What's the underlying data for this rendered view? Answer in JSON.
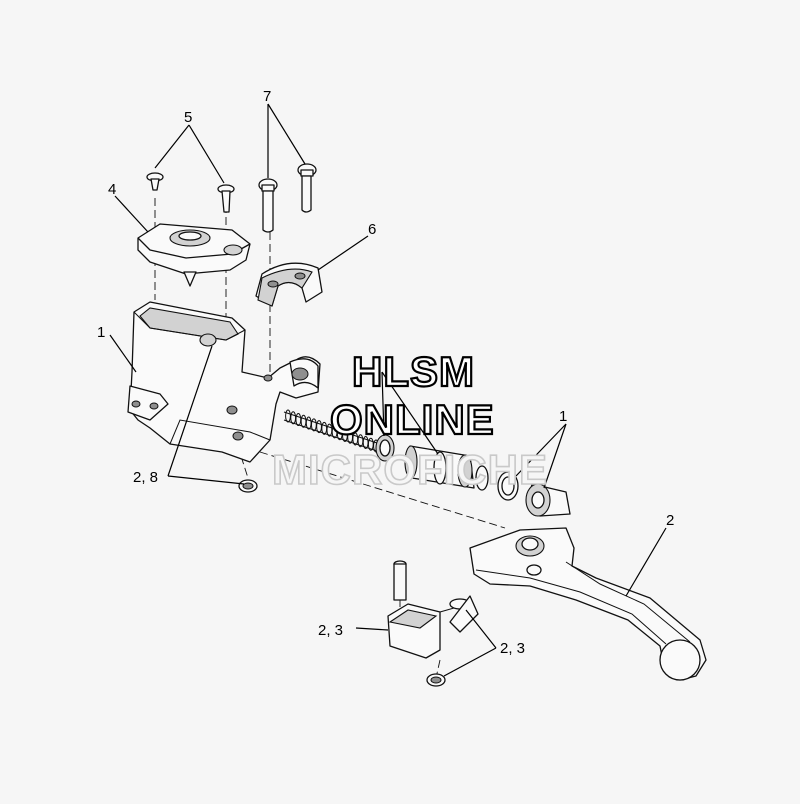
{
  "diagram": {
    "callouts": {
      "c1_top": "1",
      "c1_right": "1",
      "c2_lever": "2",
      "c2_8": "2, 8",
      "c2_3_left": "2, 3",
      "c2_3_right": "2, 3",
      "c4": "4",
      "c5": "5",
      "c6": "6",
      "c7": "7"
    },
    "watermark": {
      "line1": "HLSM",
      "line2": "ONLINE",
      "line3": "MICROFICHE"
    }
  }
}
